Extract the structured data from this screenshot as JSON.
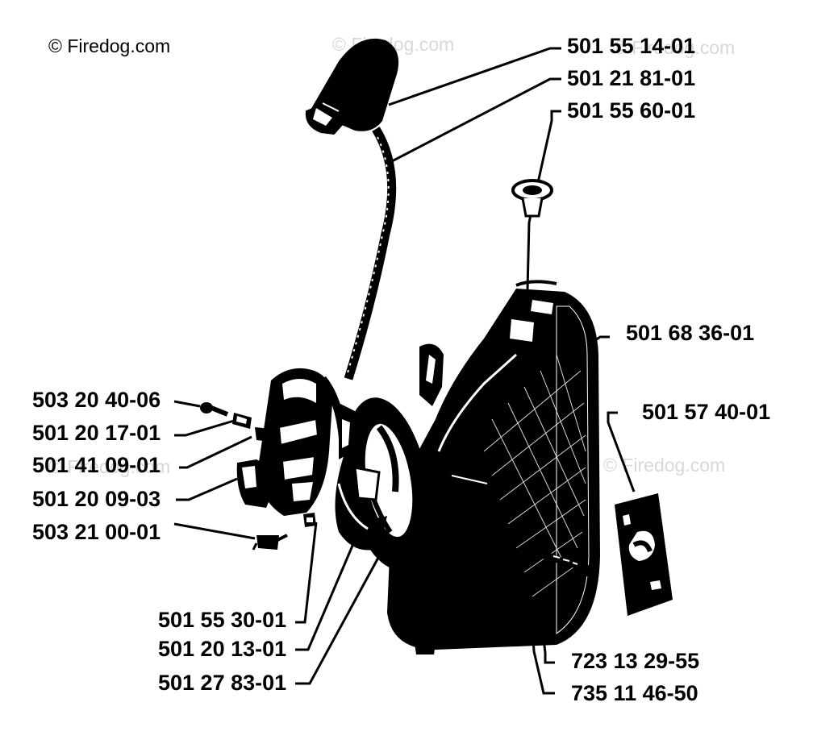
{
  "copyright": "© Firedog.com",
  "watermark": "© Firedog.com",
  "parts": {
    "p1": "501 55 14-01",
    "p2": "501 21 81-01",
    "p3": "501 55 60-01",
    "p4": "501 68 36-01",
    "p5": "501 57 40-01",
    "p6": "503 20 40-06",
    "p7": "501 20 17-01",
    "p8": "501 41 09-01",
    "p9": "501 20 09-03",
    "p10": "503 21 00-01",
    "p11": "501 55 30-01",
    "p12": "501 20 13-01",
    "p13": "501 27 83-01",
    "p14": "723 13 29-55",
    "p15": "735 11 46-50"
  }
}
